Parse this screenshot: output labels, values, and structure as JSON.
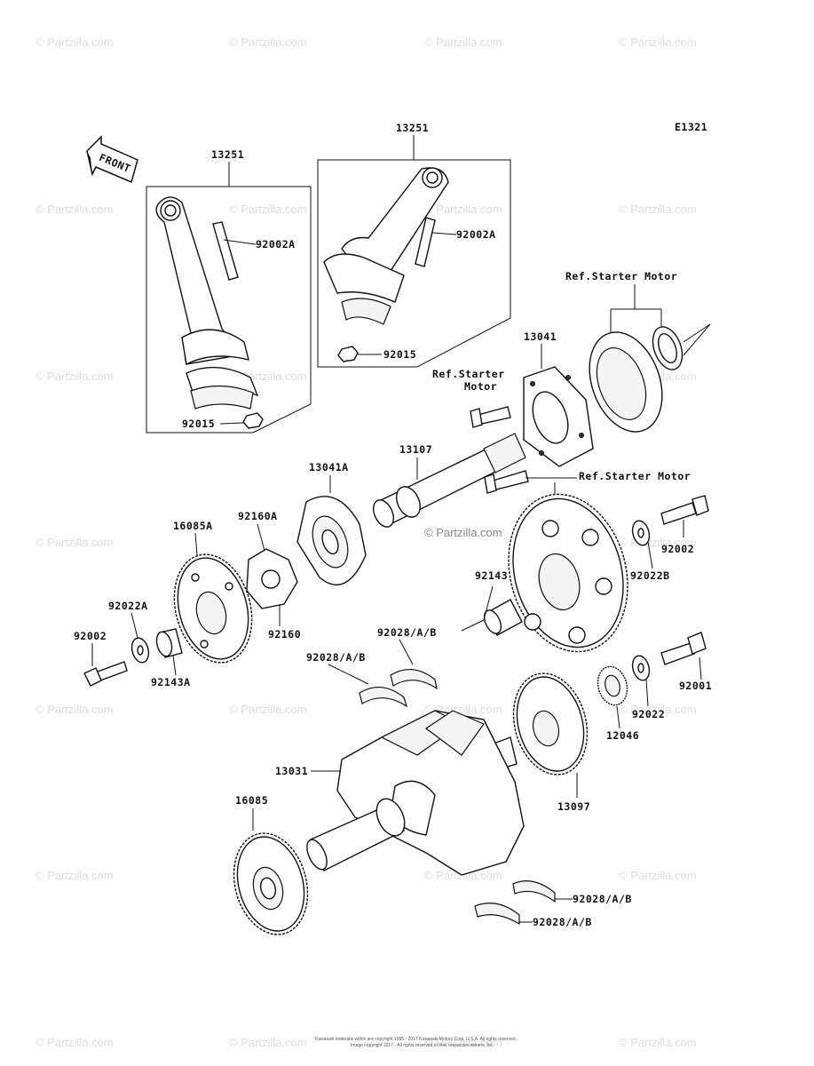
{
  "diagram": {
    "code": "E1321",
    "front_label": "FRONT",
    "center_watermark": "© Partzilla.com",
    "watermark": "© Partzilla.com",
    "footer_line1": "Kawasaki materials within are copyright 1995 - 2017 Kawasaki Motors Corp. U.S.A. All rights reserved.",
    "footer_line2": "Image copyright 2017 - All rights reserved to their respective owners, Inc."
  },
  "labels": {
    "l13251_left": "13251",
    "l13251_right": "13251",
    "l92002A_left": "92002A",
    "l92002A_right": "92002A",
    "l92015_left": "92015",
    "l92015_right": "92015",
    "ref_starter_top": "Ref.Starter Motor",
    "ref_starter_mid_1": "Ref.Starter",
    "ref_starter_mid_2": "Motor",
    "ref_starter_right": "Ref.Starter Motor",
    "l13041": "13041",
    "l13107": "13107",
    "l13041A": "13041A",
    "l92160A": "92160A",
    "l16085A": "16085A",
    "l92160": "92160",
    "l92022A": "92022A",
    "l92002_left": "92002",
    "l92143A": "92143A",
    "l92143": "92143",
    "l92002_right": "92002",
    "l92022B": "92022B",
    "l92028_a": "92028/A/B",
    "l92028_b": "92028/A/B",
    "l92028_c": "92028/A/B",
    "l92028_d": "92028/A/B",
    "l92001": "92001",
    "l92022": "92022",
    "l12046": "12046",
    "l13031": "13031",
    "l13097": "13097",
    "l16085": "16085"
  }
}
